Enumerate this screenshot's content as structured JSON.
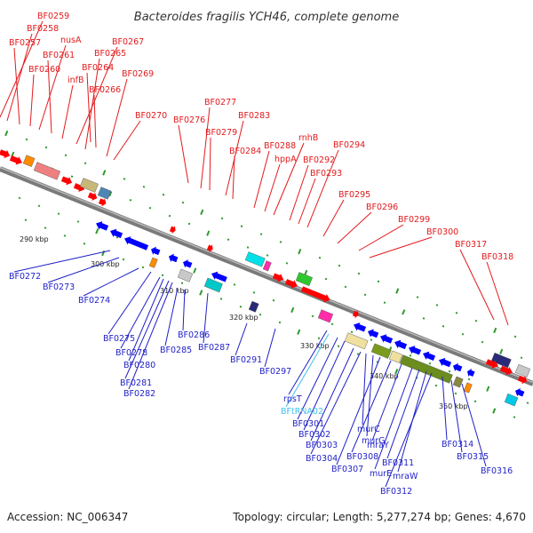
{
  "title": "Bacteroides fragilis YCH46, complete genome",
  "footer": {
    "accession": "Accession: NC_006347",
    "stats": "Topology: circular; Length: 5,277,274 bp; Genes: 4,670"
  },
  "colors": {
    "forward_label": "#e31a1c",
    "reverse_label": "#1f1fc8",
    "trna_label": "#3fbfe8",
    "backbone": "#8c8c8c",
    "tick_mark": "#2e9a2e"
  },
  "ticks": [
    "290 kbp",
    "300 kbp",
    "310 kbp",
    "320 kbp",
    "330 kbp",
    "340 kbp",
    "350 kbp"
  ],
  "forward_labels": [
    "BF0259",
    "BF0258",
    "BF0257",
    "nusA",
    "BF0261",
    "BF0260",
    "infB",
    "BF0267",
    "BF0265",
    "BF0264",
    "BF0266",
    "BF0269",
    "BF0270",
    "BF0276",
    "BF0277",
    "BF0279",
    "BF0283",
    "BF0284",
    "BF0288",
    "hppA",
    "rnhB",
    "BF0292",
    "BF0293",
    "BF0294",
    "BF0295",
    "BF0296",
    "BF0299",
    "BF0300",
    "BF0317",
    "BF0318"
  ],
  "reverse_labels": [
    "BF0272",
    "BF0273",
    "BF0274",
    "BF0275",
    "BF0278",
    "BF0280",
    "BF0281",
    "BF0282",
    "BF0285",
    "BF0286",
    "BF0287",
    "BF0291",
    "BF0297",
    "rpsT",
    "BFtRNA02",
    "BF0301",
    "BF0302",
    "BF0303",
    "BF0304",
    "murC",
    "murG",
    "BF0307",
    "BF0308",
    "mraY",
    "murE",
    "BF0311",
    "mraW",
    "BF0312",
    "BF0314",
    "BF0315",
    "BF0316"
  ]
}
